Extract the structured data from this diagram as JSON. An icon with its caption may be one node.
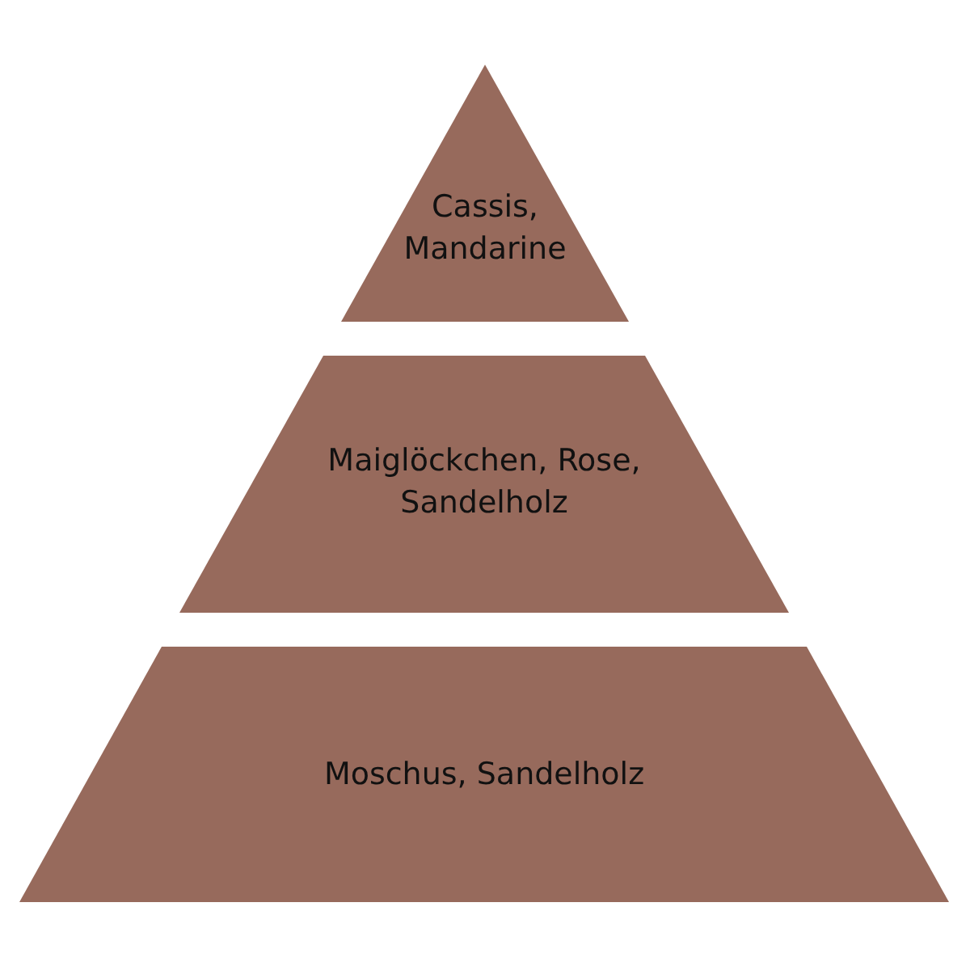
{
  "diagram": {
    "nodes": [
      {
        "text": [
          "Cassis, Mandarine"
        ]
      },
      {
        "text": [
          "Maiglöckchen, Rose, Sandelholz"
        ]
      },
      {
        "text": [
          "Moschus, Sandelholz"
        ]
      }
    ]
  }
}
